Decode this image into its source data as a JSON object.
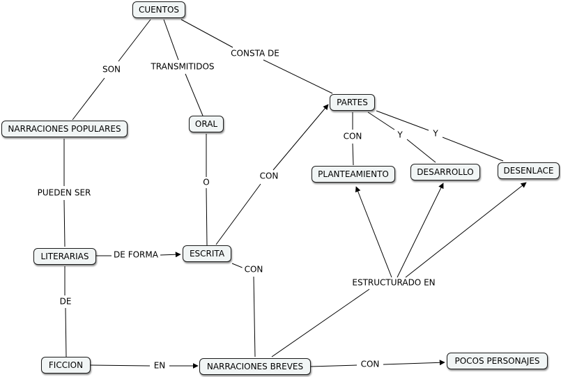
{
  "nodes": {
    "cuentos": "CUENTOS",
    "narraciones_populares": "NARRACIONES POPULARES",
    "oral": "ORAL",
    "partes": "PARTES",
    "planteamiento": "PLANTEAMIENTO",
    "desarrollo": "DESARROLLO",
    "desenlace": "DESENLACE",
    "literarias": "LITERARIAS",
    "escrita": "ESCRITA",
    "ficcion": "FICCION",
    "narraciones_breves": "NARRACIONES BREVES",
    "pocos_personajes": "POCOS PERSONAJES"
  },
  "links": {
    "son": "SON",
    "transmitidos": "TRANSMITIDOS",
    "consta_de": "CONSTA DE",
    "con_partes": "CON",
    "y_desarrollo": "Y",
    "y_desenlace": "Y",
    "pueden_ser": "PUEDEN SER",
    "o": "O",
    "con_escrita": "CON",
    "de_forma": "DE FORMA",
    "con_breves": "CON",
    "estructurado_en": "ESTRUCTURADO EN",
    "de": "DE",
    "en": "EN",
    "con_personajes": "CON"
  }
}
